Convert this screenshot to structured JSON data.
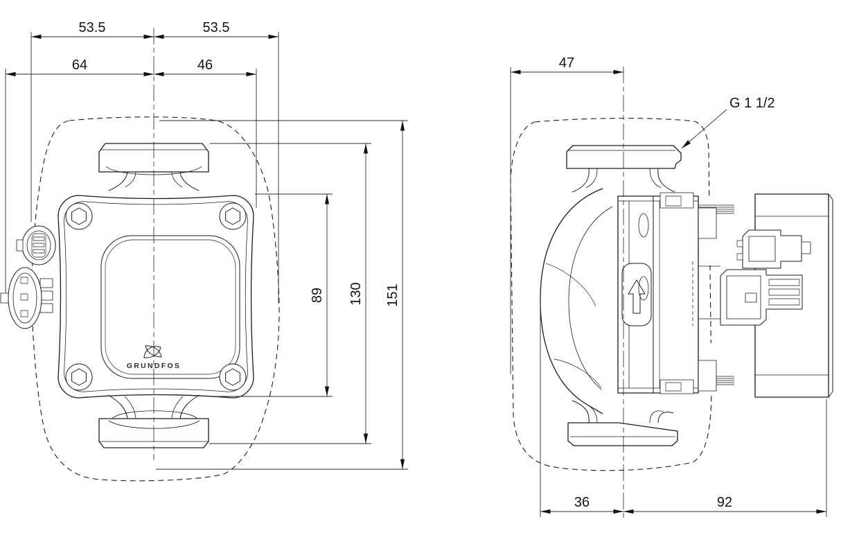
{
  "drawing": {
    "type": "pump-dimensional-drawing",
    "brand": "GRUNDFOS",
    "front_view": {
      "dim_flange_offset_left": "53.5",
      "dim_flange_offset_right": "53.5",
      "dim_connector_to_center": "64",
      "dim_center_to_body_right": "46",
      "dim_body_height": "89",
      "dim_port_height": "130",
      "dim_overall_height": "151"
    },
    "side_view": {
      "dim_front_depth": "47",
      "dim_center_to_front": "36",
      "dim_center_to_rear": "92",
      "thread_label": "G 1 1/2"
    },
    "colors": {
      "line": "#1a1a1a",
      "background": "#ffffff"
    }
  }
}
